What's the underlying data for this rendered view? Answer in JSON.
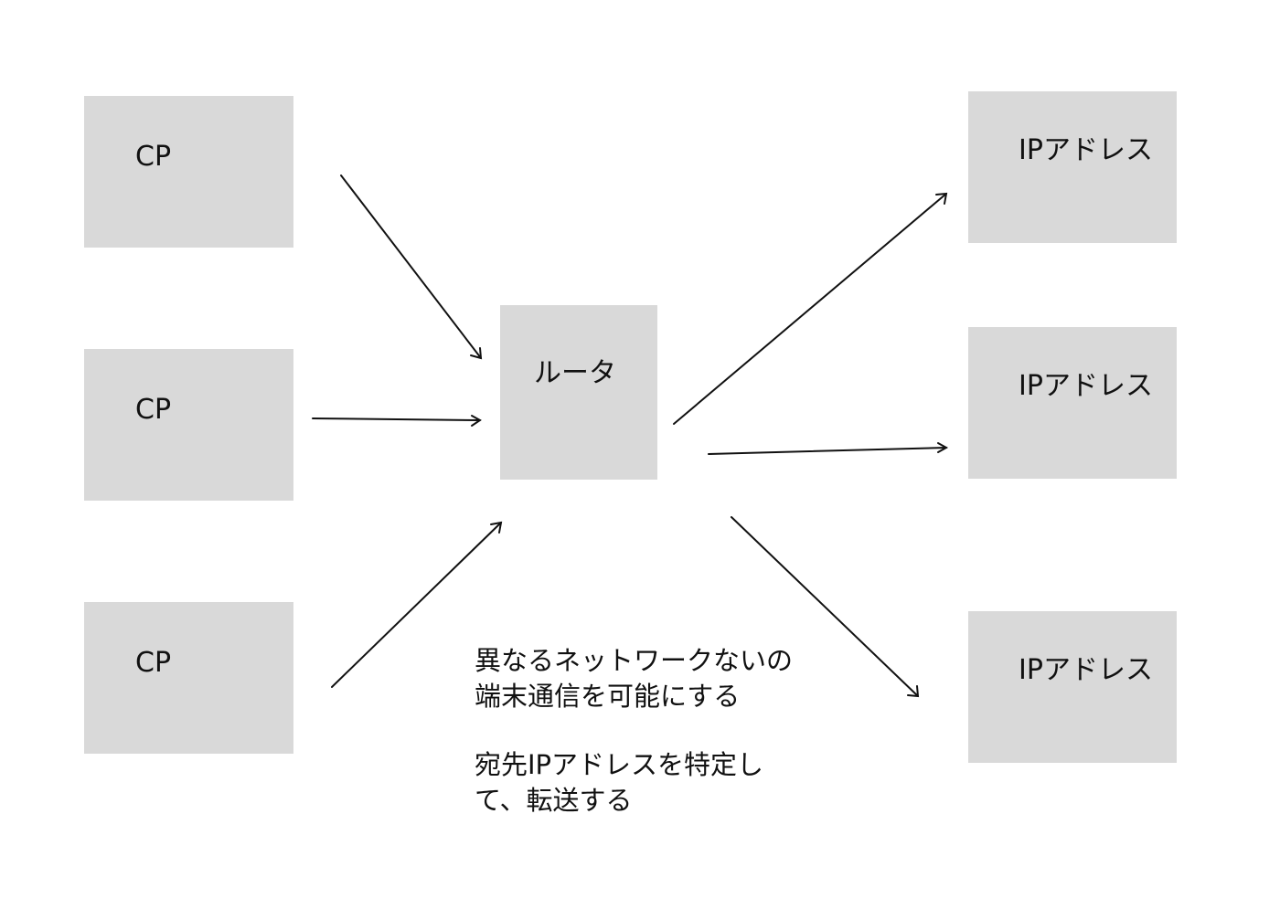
{
  "sources": [
    {
      "label": "CP"
    },
    {
      "label": "CP"
    },
    {
      "label": "CP"
    }
  ],
  "router": {
    "label": "ルータ"
  },
  "destinations": [
    {
      "label": "IPアドレス"
    },
    {
      "label": "IPアドレス"
    },
    {
      "label": "IPアドレス"
    }
  ],
  "notes": [
    "異なるネットワークないの端末通信を可能にする",
    "宛先IPアドレスを特定して、転送する"
  ],
  "colors": {
    "node_fill": "#d9d9d9",
    "stroke": "#111111",
    "background": "#ffffff"
  }
}
